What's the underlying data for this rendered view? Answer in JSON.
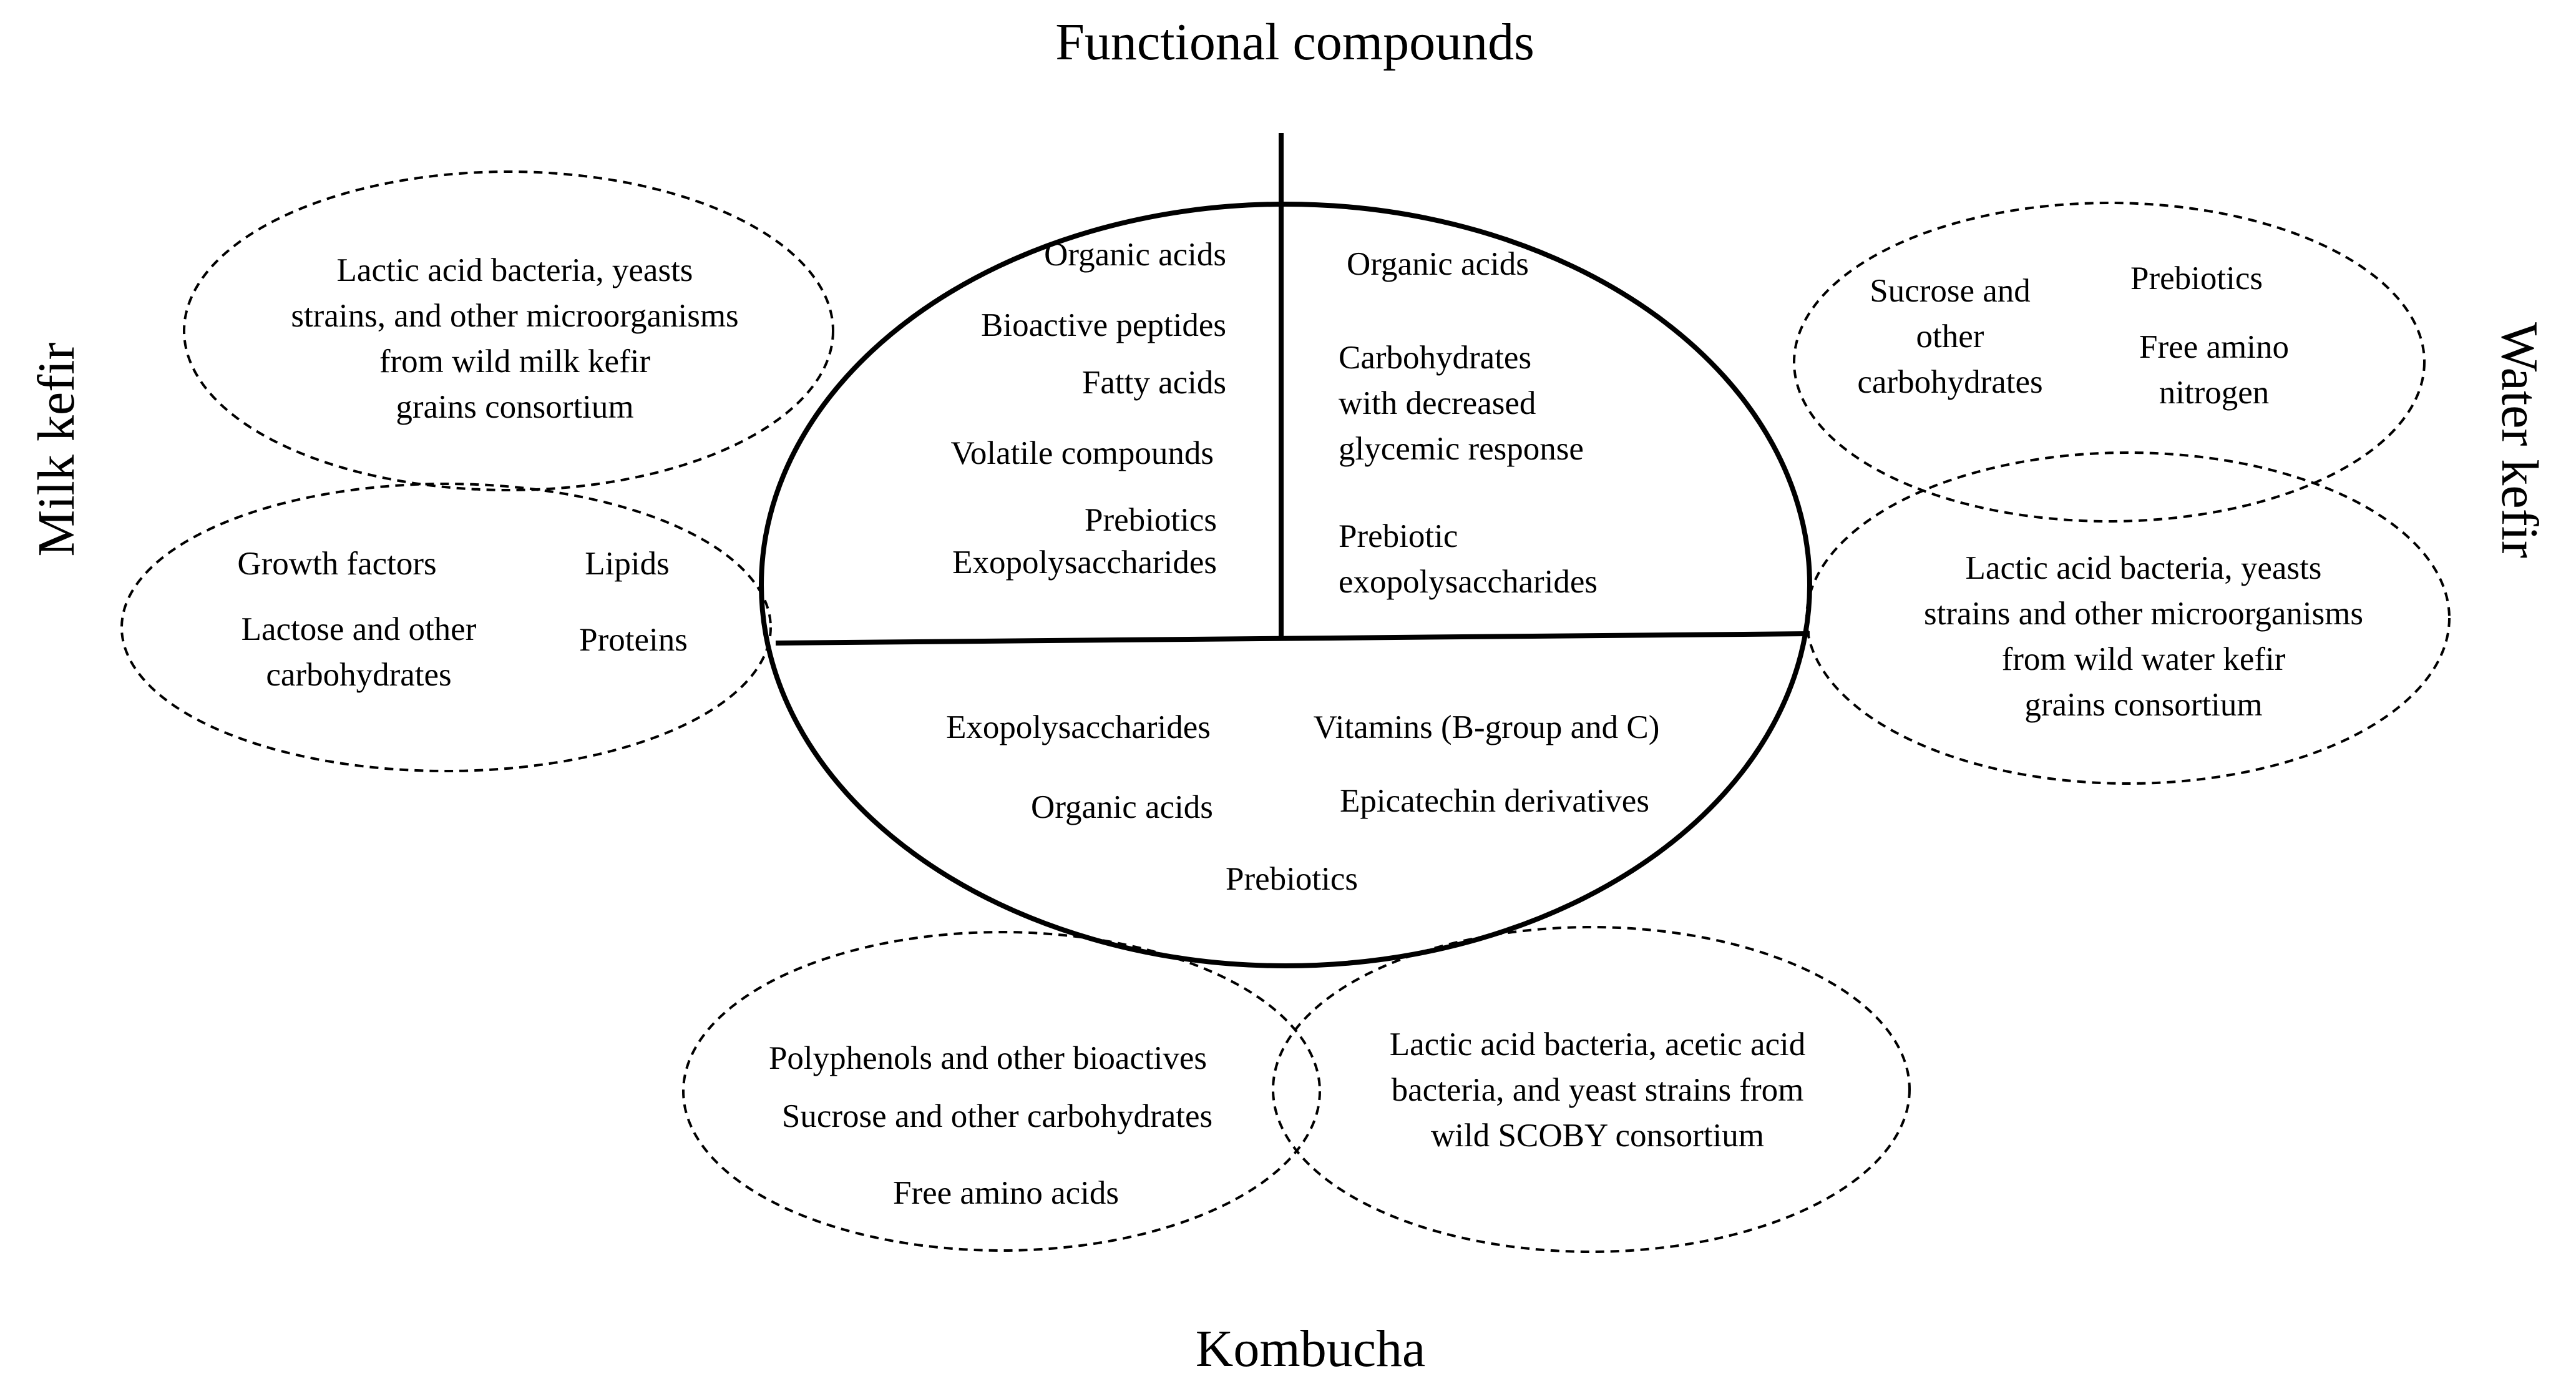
{
  "titles": {
    "top": "Functional compounds",
    "left": "Milk kefir",
    "right": "Water kefir",
    "bottom": "Kombucha"
  },
  "center": {
    "milk_kefir": {
      "organic_acids": "Organic acids",
      "bioactive_peptides": "Bioactive peptides",
      "fatty_acids": "Fatty acids",
      "volatile_compounds": "Volatile compounds",
      "prebiotics": "Prebiotics",
      "exopolysaccharides": "Exopolysaccharides"
    },
    "water_kefir": {
      "organic_acids": "Organic acids",
      "carbs_line1": "Carbohydrates",
      "carbs_line2": "with decreased",
      "carbs_line3": "glycemic response",
      "prebiotic_line1": "Prebiotic",
      "prebiotic_line2": "exopolysaccharides"
    },
    "kombucha": {
      "exopolysaccharides": "Exopolysaccharides",
      "vitamins": "Vitamins (B-group and C)",
      "organic_acids": "Organic acids",
      "epicatechin": "Epicatechin derivatives",
      "prebiotics": "Prebiotics"
    }
  },
  "milk_kefir_microbes": [
    "Lactic acid bacteria, yeasts",
    "strains, and other  microorganisms",
    "from wild  milk kefir",
    "grains consortium"
  ],
  "milk_kefir_substrates": {
    "growth_factors": "Growth factors",
    "lipids": "Lipids",
    "lactose_line1": "Lactose and other",
    "lactose_line2": "carbohydrates",
    "proteins": "Proteins"
  },
  "water_kefir_substrates": {
    "sucrose_line1": "Sucrose  and",
    "sucrose_line2": "other",
    "sucrose_line3": "carbohydrates",
    "prebiotics": "Prebiotics",
    "amino_line1": "Free amino",
    "amino_line2": "nitrogen"
  },
  "water_kefir_microbes": [
    "Lactic acid bacteria, yeasts",
    "strains and other microorganisms",
    "from wild  water kefir",
    "grains consortium"
  ],
  "kombucha_substrates": {
    "polyphenols": "Polyphenols  and other bioactives",
    "sucrose": "Sucrose and other carbohydrates",
    "amino_acids": "Free amino acids"
  },
  "kombucha_microbes": [
    "Lactic acid bacteria, acetic acid",
    "bacteria, and yeast strains from",
    "wild SCOBY consortium"
  ]
}
